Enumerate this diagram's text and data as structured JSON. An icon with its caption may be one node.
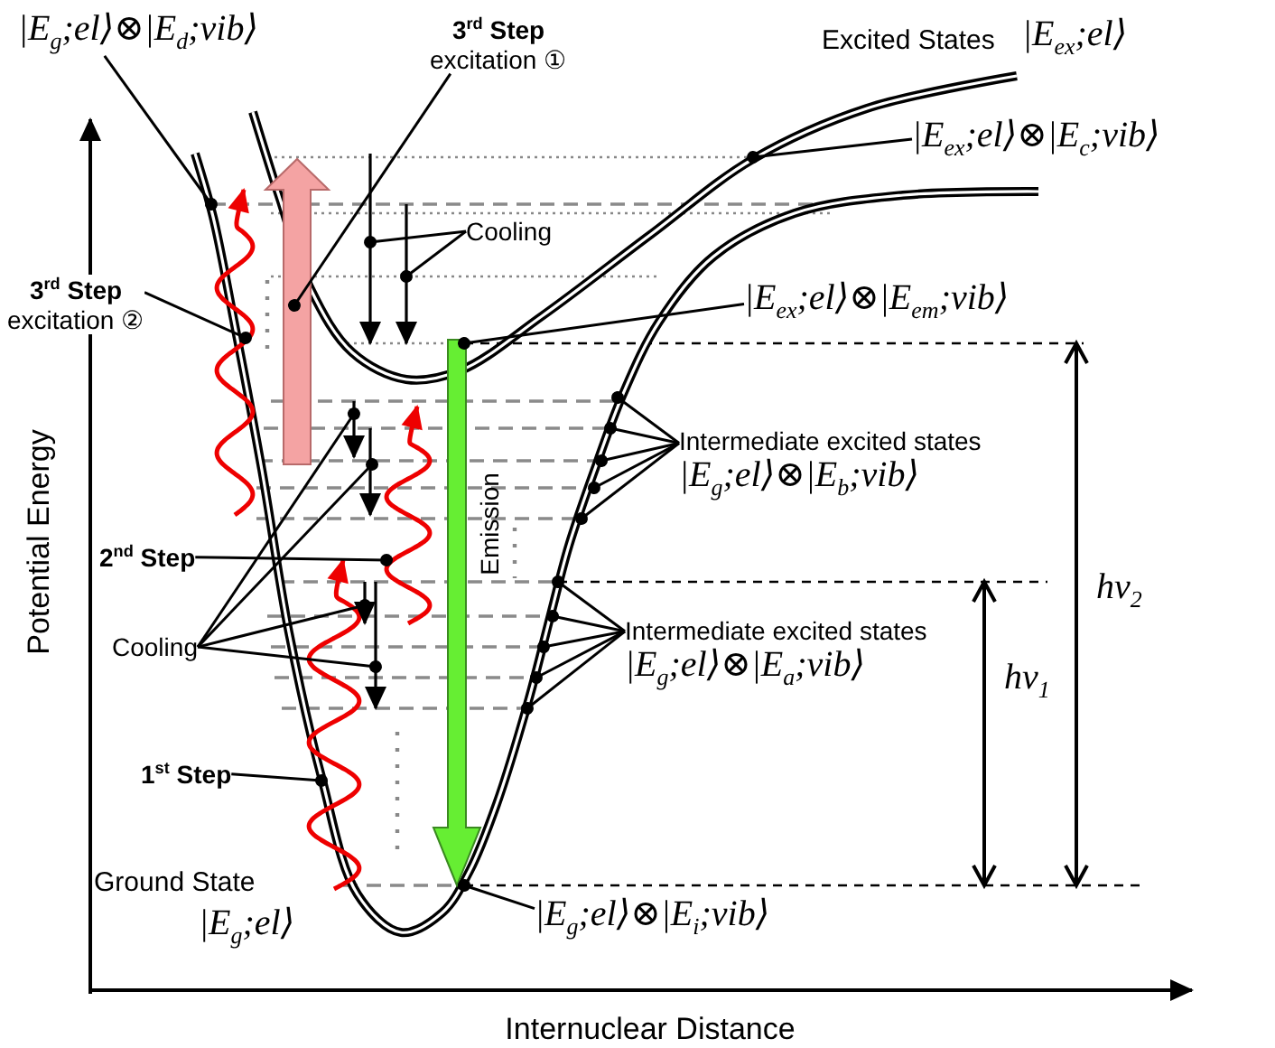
{
  "diagram": {
    "nodes": [
      {
        "text": [
          "|E$_{g}$;el⟩⊗|E$_{d}$;vib⟩"
        ]
      },
      {
        "text": [
          "3$^{rd}$ Step",
          "excitation ①"
        ]
      },
      {
        "text": [
          "|E$_{ex}$;el⟩⊗|E$_{c}$;vib⟩"
        ]
      },
      {
        "text": [
          "Cooling"
        ]
      },
      {
        "text": [
          "|E$_{ex}$;el⟩⊗|E$_{em}$;vib⟩"
        ]
      },
      {
        "text": [
          "3$^{rd}$ Step",
          "excitation ②"
        ]
      },
      {
        "text": [
          "Intermediate  excited states",
          "|E$_{g}$;el⟩⊗|E$_{b}$;vib⟩"
        ]
      },
      {
        "text": [
          "2$^{nd}$ Step"
        ]
      },
      {
        "text": [
          "Intermediate  excited states",
          "|E$_{g}$;el⟩⊗|E$_{a}$;vib⟩"
        ]
      },
      {
        "text": [
          "Cooling"
        ]
      },
      {
        "text": [
          "1$^{st}$ Step"
        ]
      },
      {
        "text": [
          "|E$_{g}$;el⟩⊗|E$_{i}$;vib⟩"
        ]
      }
    ],
    "edges": [
      {
        "from": 0,
        "to": null,
        "arrow": "other"
      },
      {
        "from": 1,
        "to": null,
        "arrow": "other"
      },
      {
        "from": 2,
        "to": null,
        "arrow": "other"
      },
      {
        "from": 3,
        "to": null,
        "arrow": "other"
      },
      {
        "from": 3,
        "to": null,
        "arrow": "other"
      },
      {
        "from": 4,
        "to": null,
        "arrow": "other"
      },
      {
        "from": 5,
        "to": null,
        "arrow": "other"
      },
      {
        "from": 6,
        "to": null,
        "arrow": "other"
      },
      {
        "from": 6,
        "to": null,
        "arrow": "other"
      },
      {
        "from": 6,
        "to": null,
        "arrow": "other"
      },
      {
        "from": 6,
        "to": null,
        "arrow": "other"
      },
      {
        "from": 6,
        "to": null,
        "arrow": "other"
      },
      {
        "from": 7,
        "to": null,
        "arrow": "other"
      },
      {
        "from": 8,
        "to": null,
        "arrow": "other"
      },
      {
        "from": 8,
        "to": null,
        "arrow": "other"
      },
      {
        "from": 8,
        "to": null,
        "arrow": "other"
      },
      {
        "from": 8,
        "to": null,
        "arrow": "other"
      },
      {
        "from": 8,
        "to": null,
        "arrow": "other"
      },
      {
        "from": 9,
        "to": null,
        "arrow": "other"
      },
      {
        "from": 9,
        "to": null,
        "arrow": "other"
      },
      {
        "from": 9,
        "to": null,
        "arrow": "other"
      },
      {
        "from": 9,
        "to": null,
        "arrow": "other"
      },
      {
        "from": 10,
        "to": null,
        "arrow": "other"
      },
      {
        "from": 11,
        "to": null,
        "arrow": "other"
      }
    ],
    "labels": [
      "Excited States",
      "|E$_{ex}$;el⟩",
      "Potential Energy",
      "Emission",
      "hν$_{2}$",
      "hν$_{1}$",
      "Ground State",
      "|E$_{g}$;el⟩",
      "Internuclear Distance"
    ]
  }
}
